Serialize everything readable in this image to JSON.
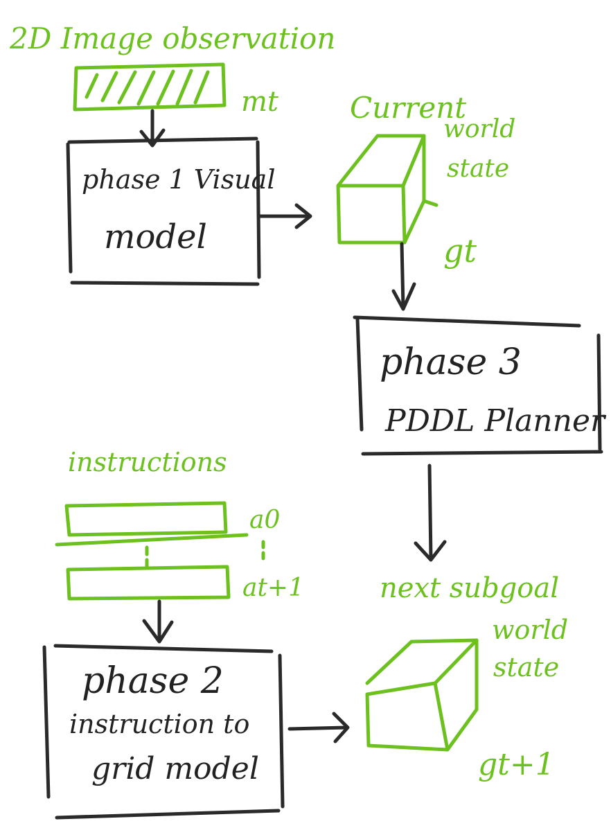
{
  "colors": {
    "ink_green": "#6cc11e",
    "ink_dark": "#2a2a2a",
    "background": "#ffffff"
  },
  "observation": {
    "title": "2D Image observation",
    "label": "mt"
  },
  "current_state": {
    "line1": "Current",
    "line2": "world",
    "line3": "state",
    "symbol": "gt"
  },
  "phase1": {
    "line1": "phase 1 Visual",
    "line2": "model"
  },
  "phase3": {
    "line1": "phase 3",
    "line2": "PDDL Planner"
  },
  "instructions": {
    "title": "instructions",
    "first_label": "a0",
    "ellipsis": ":",
    "last_label": "at+1"
  },
  "phase2": {
    "line1": "phase 2",
    "line2": "instruction to",
    "line3": "grid model"
  },
  "next_state": {
    "line1": "next subgoal",
    "line2": "world",
    "line3": "state",
    "symbol": "gt+1"
  }
}
